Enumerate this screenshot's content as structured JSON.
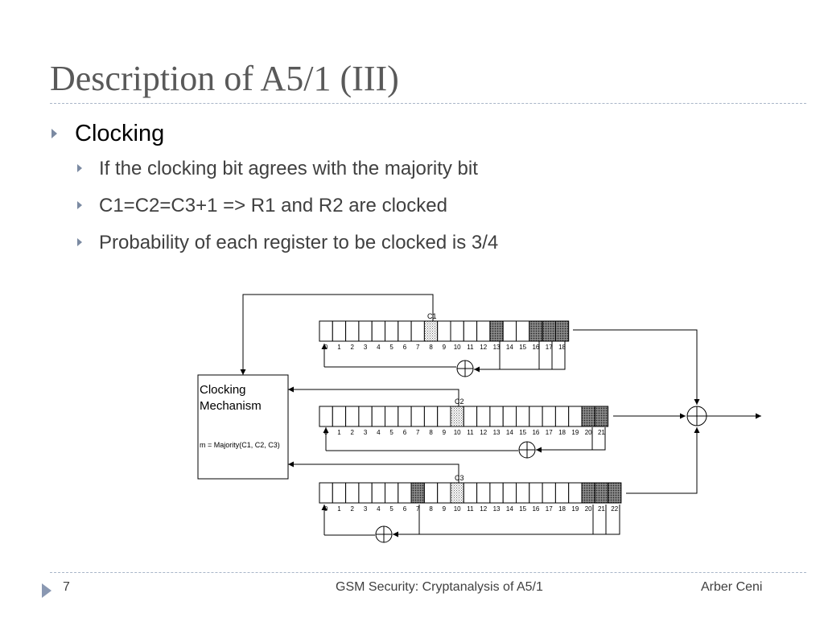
{
  "slide": {
    "title": "Description of A5/1 (III)",
    "bullet": "Clocking",
    "subbullets": [
      "If the clocking bit agrees with the majority bit",
      "C1=C2=C3+1 => R1 and R2 are clocked",
      "Probability of each register to be clocked is 3/4"
    ]
  },
  "diagram": {
    "clock_box": [
      "Clocking",
      "Mechanism",
      "m = Majority(C1, C2, C3)"
    ],
    "registers": [
      {
        "label": "C1",
        "length": 19,
        "clock_bit": 8,
        "taps": [
          13,
          16,
          17,
          18
        ]
      },
      {
        "label": "C2",
        "length": 22,
        "clock_bit": 10,
        "taps": [
          20,
          21
        ]
      },
      {
        "label": "C3",
        "length": 23,
        "clock_bit": 10,
        "taps": [
          7,
          20,
          21,
          22
        ]
      }
    ]
  },
  "footer": {
    "page": "7",
    "title": "GSM Security: Cryptanalysis of A5/1",
    "author": "Arber Ceni"
  }
}
